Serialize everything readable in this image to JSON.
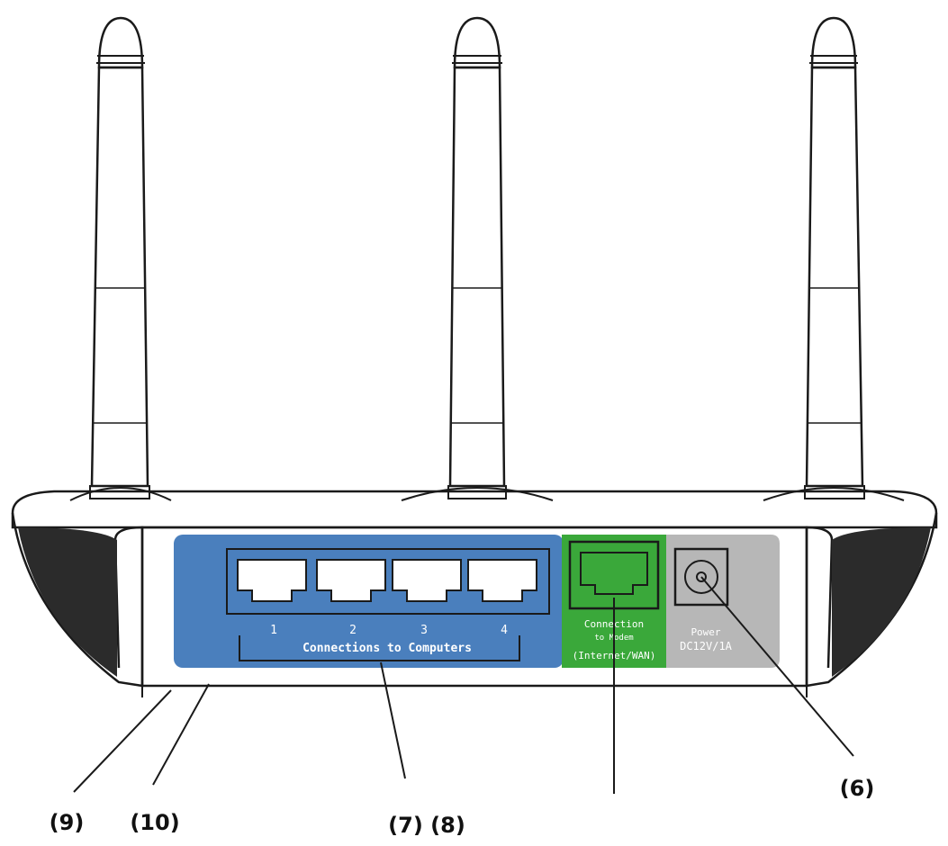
{
  "colors": {
    "lan_panel": "#4a7fbd",
    "wan_panel": "#3aa83a",
    "power_panel": "#b7b7b7",
    "outline": "#1a1a1a"
  },
  "lan": {
    "port_numbers": [
      "1",
      "2",
      "3",
      "4"
    ],
    "caption": "Connections to Computers"
  },
  "wan": {
    "line1": "Connection",
    "line2": "to Modem",
    "line3": "(Internet/WAN)"
  },
  "power": {
    "line1": "Power",
    "line2": "DC12V/1A"
  },
  "callouts": {
    "power_jack": "(6)",
    "lan_ports": "(7) (8)",
    "left_edge": "(9)",
    "panel_left": "(10)"
  }
}
